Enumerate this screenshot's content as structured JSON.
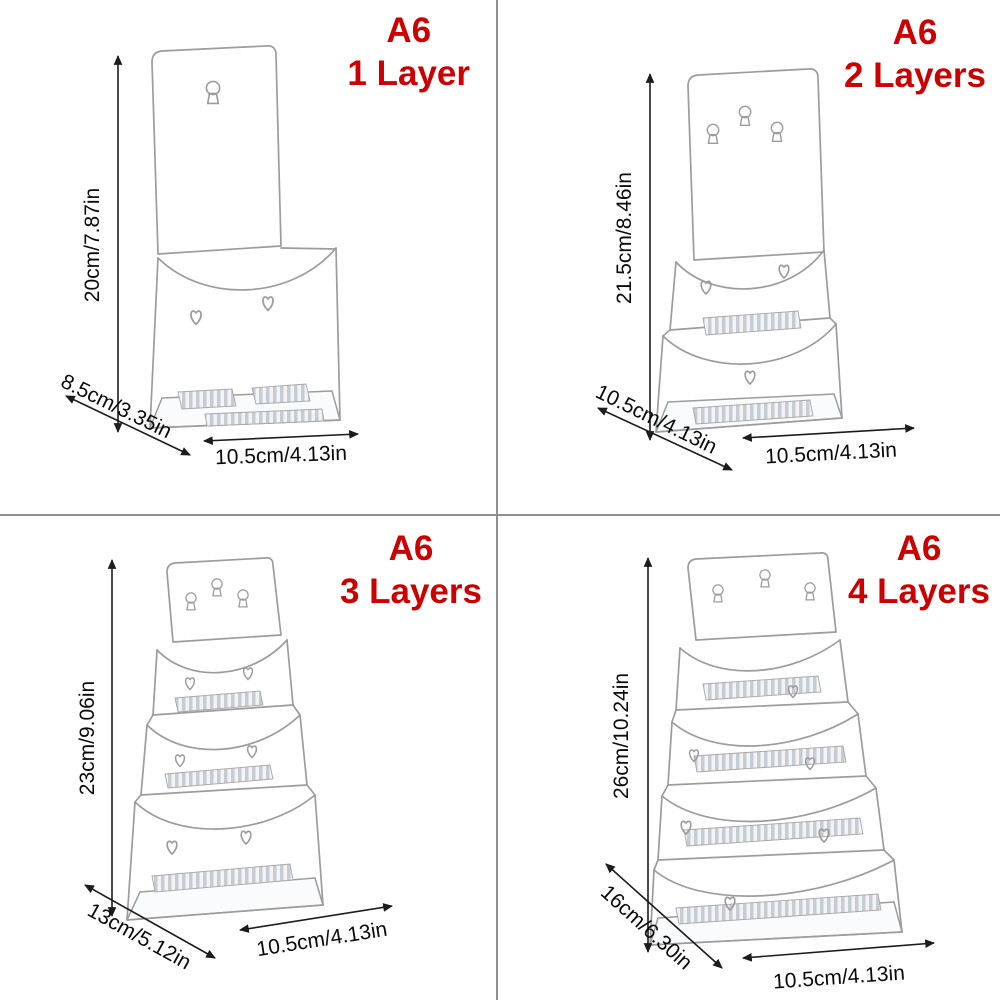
{
  "accent_color": "#cc0000",
  "divider_color": "#8f8f8f",
  "drawing_line_color": "#9c9c9c",
  "panels": [
    {
      "id": "1-layer",
      "title_line1": "A6",
      "title_line2": "1 Layer",
      "height_label": "20cm/7.87in",
      "depth_label": "8.5cm/3.35in",
      "width_label": "10.5cm/4.13in"
    },
    {
      "id": "2-layers",
      "title_line1": "A6",
      "title_line2": "2 Layers",
      "height_label": "21.5cm/8.46in",
      "depth_label": "10.5cm/4.13in",
      "width_label": "10.5cm/4.13in"
    },
    {
      "id": "3-layers",
      "title_line1": "A6",
      "title_line2": "3 Layers",
      "height_label": "23cm/9.06in",
      "depth_label": "13cm/5.12in",
      "width_label": "10.5cm/4.13in"
    },
    {
      "id": "4-layers",
      "title_line1": "A6",
      "title_line2": "4 Layers",
      "height_label": "26cm/10.24in",
      "depth_label": "16cm/6.30in",
      "width_label": "10.5cm/4.13in"
    }
  ]
}
